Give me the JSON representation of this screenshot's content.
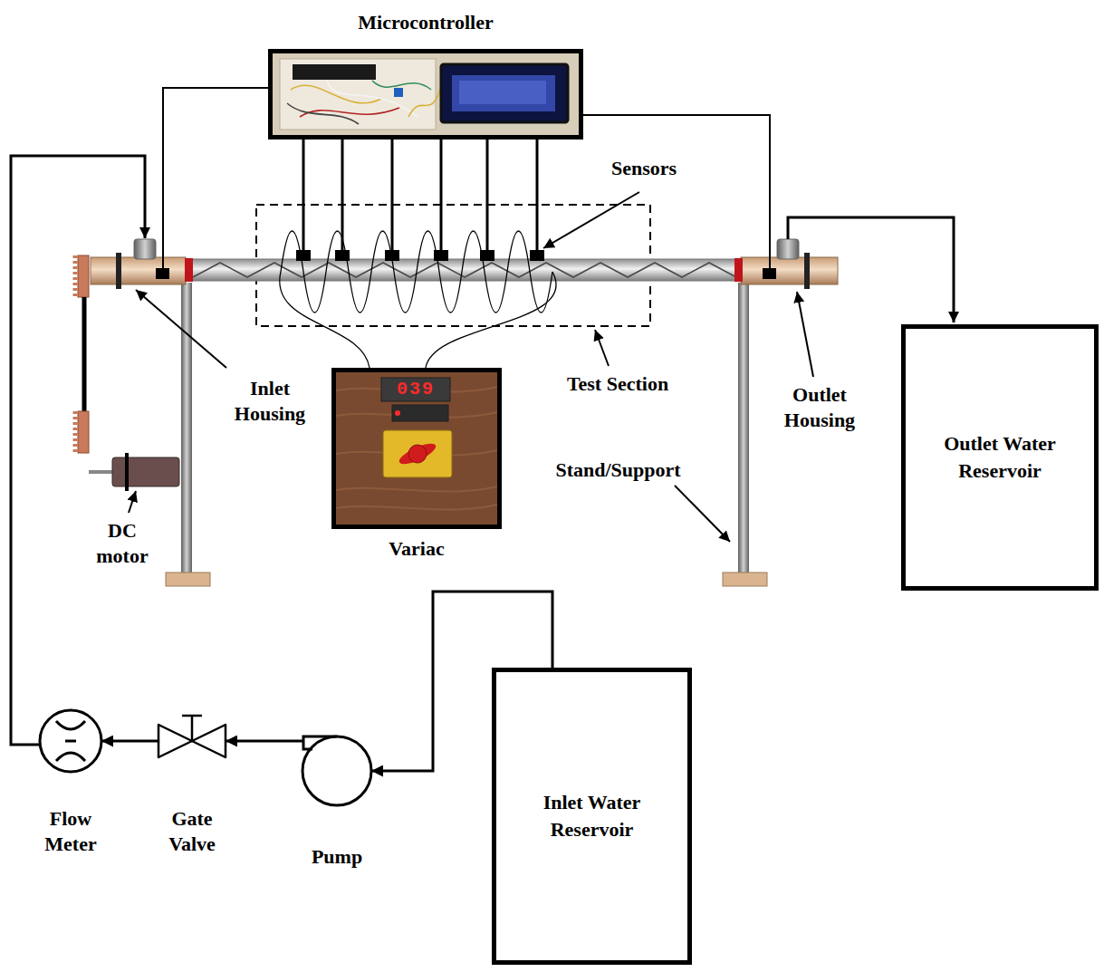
{
  "diagram": {
    "nodes": [
      {
        "text": [
          "Microcontroller"
        ]
      },
      {
        "text": [
          "Variac"
        ]
      },
      {
        "text": [
          "Outlet Water Reservoir"
        ]
      },
      {
        "text": [
          "Inlet Water Reservoir"
        ]
      },
      {
        "text": [
          "Flow Meter"
        ]
      },
      {
        "text": [
          "Gate Valve"
        ]
      },
      {
        "text": [
          "Pump"
        ]
      }
    ],
    "edges": [
      {
        "from": 3,
        "to": 6,
        "arrow": "to"
      },
      {
        "from": 6,
        "to": 5,
        "arrow": "to"
      },
      {
        "from": 5,
        "to": 4,
        "arrow": "to"
      }
    ],
    "labels": [
      "Sensors",
      "Test Section",
      "Inlet Housing",
      "Outlet Housing",
      "Stand/Support",
      "DC motor",
      "039"
    ]
  }
}
